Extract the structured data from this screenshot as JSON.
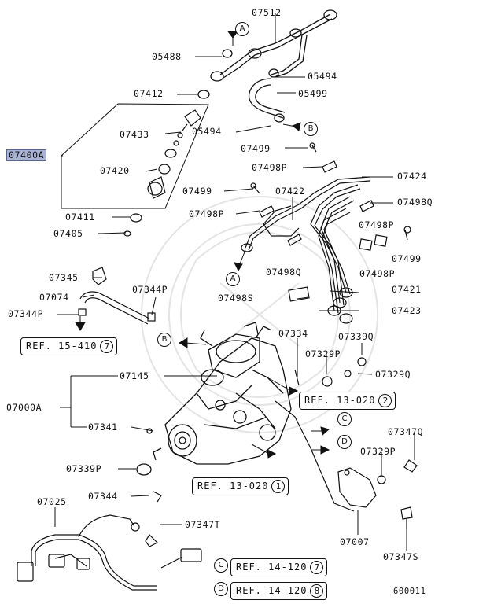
{
  "labels": {
    "p07512": "07512",
    "p05488": "05488",
    "p05494a": "05494",
    "p07412": "07412",
    "p05499": "05499",
    "p07433": "07433",
    "p07400A": "07400A",
    "p05494b": "05494",
    "p07499a": "07499",
    "p07420": "07420",
    "p07498Pa": "07498P",
    "p07424": "07424",
    "p07499b": "07499",
    "p07422": "07422",
    "p07498Q_a": "07498Q",
    "p07498Pb": "07498P",
    "p07411": "07411",
    "p07498Pc": "07498P",
    "p07405": "07405",
    "p07499c": "07499",
    "p07498Q_b": "07498Q",
    "p07498Pd": "07498P",
    "p07345": "07345",
    "p07344Pa": "07344P",
    "p07421": "07421",
    "p07074": "07074",
    "p07498S": "07498S",
    "p07344Pb": "07344P",
    "p07423": "07423",
    "p07334": "07334",
    "p07339Q": "07339Q",
    "p07329Pa": "07329P",
    "p07145": "07145",
    "p07329Q": "07329Q",
    "p07000A": "07000A",
    "p07341": "07341",
    "p07347Q": "07347Q",
    "p07329Pb": "07329P",
    "p07339P": "07339P",
    "p07344": "07344",
    "p07025": "07025",
    "p07347T": "07347T",
    "p07007": "07007",
    "p07347S": "07347S",
    "figure_no": "600011"
  },
  "refs": {
    "r15": {
      "text": "REF. 15-410",
      "num": "7"
    },
    "r13a": {
      "text": "REF. 13-020",
      "num": "2"
    },
    "r13b": {
      "text": "REF. 13-020",
      "num": "1"
    },
    "r14a": {
      "text": "REF. 14-120",
      "num": "7"
    },
    "r14b": {
      "text": "REF. 14-120",
      "num": "8"
    }
  },
  "callouts": {
    "A": "A",
    "B": "B",
    "C": "C",
    "D": "D"
  }
}
